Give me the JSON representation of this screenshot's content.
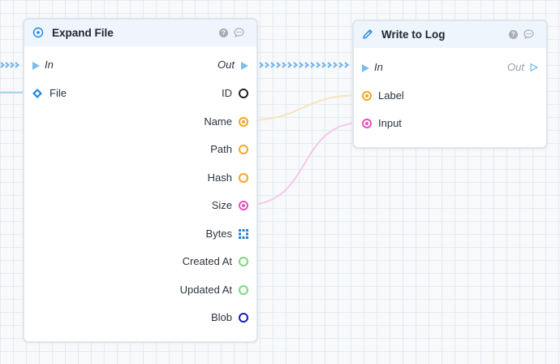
{
  "nodes": {
    "expand_file": {
      "title": "Expand File",
      "help_glyph": "?",
      "exec_in_label": "In",
      "exec_out_label": "Out",
      "inputs": [
        {
          "label": "File",
          "pin": "diamond",
          "color": "#1e88e5"
        }
      ],
      "outputs": [
        {
          "label": "ID",
          "pin": "circle",
          "color": "#222222",
          "filled": false
        },
        {
          "label": "Name",
          "pin": "circle",
          "color": "#f5a623",
          "filled": true
        },
        {
          "label": "Path",
          "pin": "circle",
          "color": "#f5a623",
          "filled": false
        },
        {
          "label": "Hash",
          "pin": "circle",
          "color": "#f5a623",
          "filled": false
        },
        {
          "label": "Size",
          "pin": "circle",
          "color": "#e84fbf",
          "filled": true
        },
        {
          "label": "Bytes",
          "pin": "grid",
          "color": "#2b7fd4",
          "filled": false
        },
        {
          "label": "Created At",
          "pin": "circle",
          "color": "#7bd87b",
          "filled": false
        },
        {
          "label": "Updated At",
          "pin": "circle",
          "color": "#7bd87b",
          "filled": false
        },
        {
          "label": "Blob",
          "pin": "circle",
          "color": "#1a1abf",
          "filled": false
        }
      ]
    },
    "write_to_log": {
      "title": "Write to Log",
      "help_glyph": "?",
      "exec_in_label": "In",
      "exec_out_label": "Out",
      "inputs": [
        {
          "label": "Label",
          "pin": "circle",
          "color": "#f5a623",
          "filled": true
        },
        {
          "label": "Input",
          "pin": "circle",
          "color": "#e84fbf",
          "filled": true
        }
      ]
    }
  },
  "colors": {
    "exec": "#7dbbee",
    "string_wire": "#f9e3bd",
    "any_wire": "#f6c8ec",
    "header_bg": "#eef5fd",
    "accent": "#1e88e5"
  },
  "icons": {
    "expand_file": "target-icon",
    "write_to_log": "pencil-icon",
    "help": "help-icon",
    "comment": "comment-icon"
  }
}
